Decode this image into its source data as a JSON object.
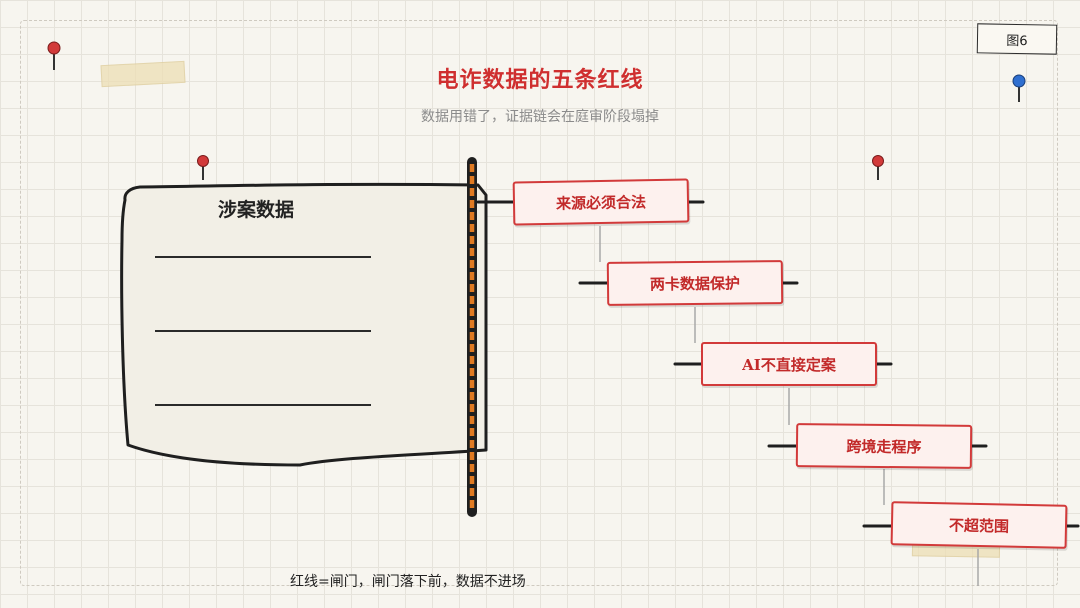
{
  "figure_label": "图6",
  "title": "电诈数据的五条红线",
  "subtitle": "数据用错了，证据链会在庭审阶段塌掉",
  "book": {
    "title": "涉案数据"
  },
  "red_lines": [
    {
      "label": "来源必须合法"
    },
    {
      "label": "两卡数据保护"
    },
    {
      "label": "AI不直接定案"
    },
    {
      "label": "跨境走程序"
    },
    {
      "label": "不超范围"
    }
  ],
  "bottom_note": "红线=闸门，闸门落下前，数据不进场",
  "colors": {
    "accent_red": "#d23a3a",
    "pin_red": "#d23a3a",
    "pin_blue": "#2f6fd0",
    "gate_orange": "#e07a22",
    "paper": "#f2efe6"
  }
}
